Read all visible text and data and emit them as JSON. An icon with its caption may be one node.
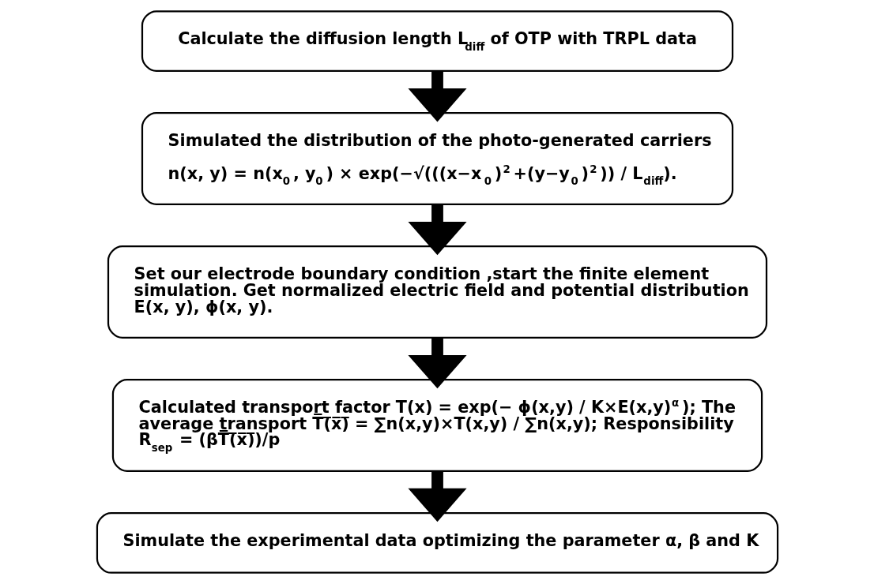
{
  "diagram": {
    "nodes": [
      {
        "text": [
          "Calculate the diffusion length L$_{diff}$ of OTP with TRPL data"
        ]
      },
      {
        "text": [
          "Simulated the distribution of the photo-generated carriers",
          "n(x, y) = n(x$_{0}$, y$_{0}$) × exp(−√(((x−x$_{0}$)$^{2}$+(y−y$_{0}$)$^{2}$)) / L$_{diff}$)."
        ]
      },
      {
        "text": [
          "Set our electrode boundary condition ,start the finite element simulation. Get normalized electric field and potential distribution E(x, y), ϕ(x, y)."
        ]
      },
      {
        "text": [
          "Calculated transport factor T(x) = exp(− ϕ(x,y) / K×E(x,y)$^{α}$); The average transport T̅(̅x̅)̅ = ∑n(x,y)×T(x,y) / ∑n(x,y); Responsibility R$_{sep}$ = (βT̅(̅x̅)̅)/p"
        ]
      },
      {
        "text": [
          "Simulate the experimental data optimizing the parameter α, β and K"
        ]
      }
    ],
    "edges": [
      {
        "from": 0,
        "to": 1,
        "arrow": "to"
      },
      {
        "from": 1,
        "to": 2,
        "arrow": "to"
      },
      {
        "from": 2,
        "to": 3,
        "arrow": "to"
      },
      {
        "from": 3,
        "to": 4,
        "arrow": "to"
      }
    ]
  }
}
